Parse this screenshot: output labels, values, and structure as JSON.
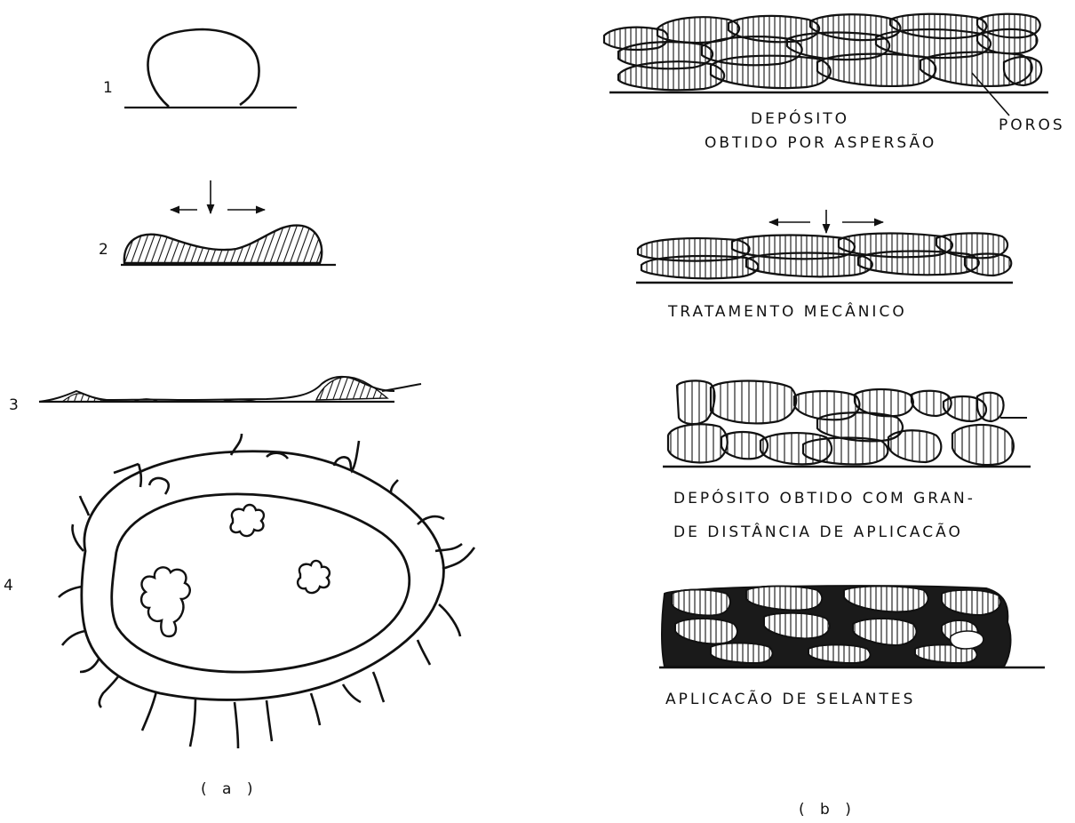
{
  "panel_a": {
    "steps": [
      "1",
      "2",
      "3",
      "4"
    ],
    "caption": "( a )"
  },
  "panel_b": {
    "spray_deposit": {
      "line1": "DEPÓSITO",
      "line2": "OBTIDO POR ASPERSÃO",
      "pores_label": "POROS"
    },
    "mechanical_treatment": "TRATAMENTO   MECÂNICO",
    "long_distance": {
      "line1": "DEPÓSITO   OBTIDO   COM  GRAN-",
      "line2": "DE DISTÂNCIA    DE   APLICACÃO"
    },
    "sealants": "APLICACÃO  DE  SELANTES",
    "caption": "( b )"
  },
  "colors": {
    "ink": "#111111",
    "background": "#ffffff"
  }
}
